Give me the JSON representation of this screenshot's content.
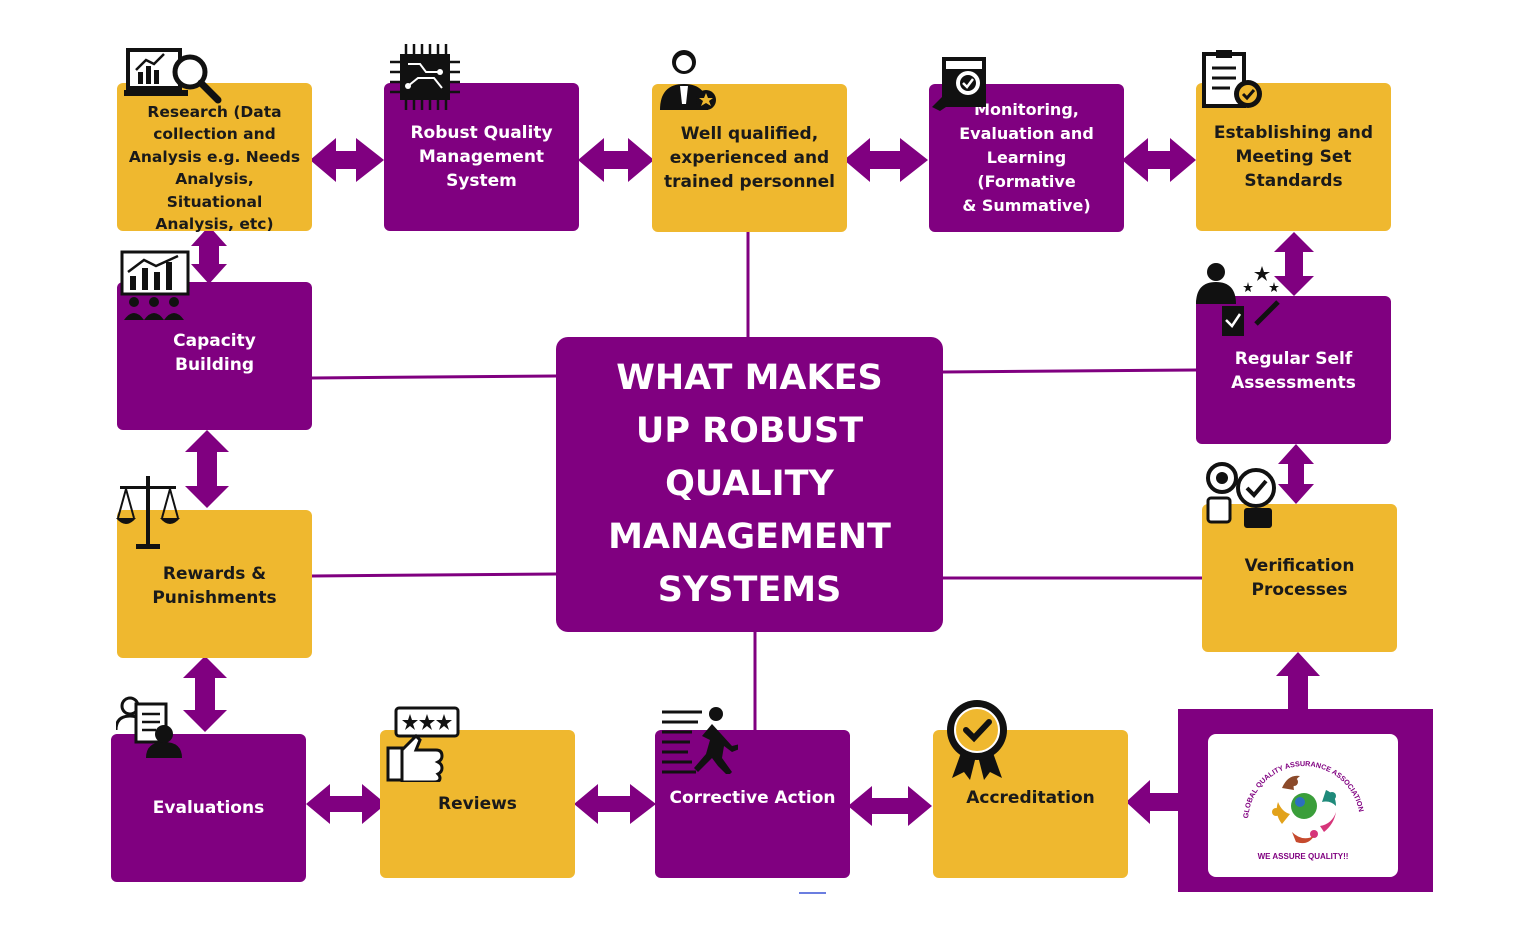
{
  "title": "WHAT MAKES\nUP ROBUST\nQUALITY\nMANAGEMENT\nSYSTEMS",
  "colors": {
    "gold": "#efb82f",
    "purple": "#800080",
    "line": "#800080"
  },
  "nodes": {
    "research": "Research (Data\ncollection and\nAnalysis e.g. Needs\nAnalysis, Situational\nAnalysis, etc)",
    "rqms": "Robust Quality\nManagement\nSystem",
    "personnel": "Well qualified,\nexperienced and\ntrained personnel",
    "mel": "Monitoring,\nEvaluation and\nLearning (Formative\n& Summative)",
    "standards": "Establishing and\nMeeting Set\nStandards",
    "capacity": "Capacity\nBuilding",
    "self_assess": "Regular Self\nAssessments",
    "rewards": "Rewards &\nPunishments",
    "verification": "Verification\nProcesses",
    "evaluations": "Evaluations",
    "reviews": "Reviews",
    "corrective": "Corrective Action",
    "accreditation": "Accreditation"
  },
  "logo": {
    "arc_text": "GLOBAL QUALITY ASSURANCE ASSOCIATION",
    "tagline": "WE  ASSURE  QUALITY!!"
  },
  "icons": [
    "analytics-search-icon",
    "circuit-chip-icon",
    "businessman-badge-icon",
    "monitoring-camera-icon",
    "checklist-certificate-icon",
    "training-chart-icon",
    "scales-icon",
    "evaluation-clipboard-icon",
    "rating-thumbs-up-icon",
    "running-man-icon",
    "award-badge-icon",
    "self-assessment-icon",
    "verification-gears-icon"
  ]
}
